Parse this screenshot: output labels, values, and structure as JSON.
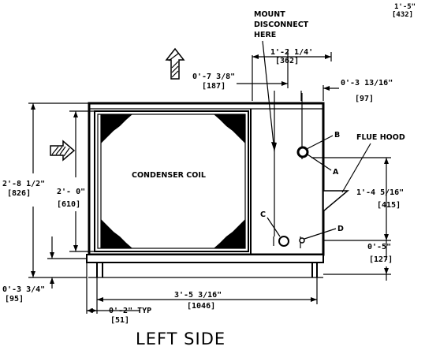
{
  "labels": {
    "mount_line1": "MOUNT",
    "mount_line2": "DISCONNECT",
    "mount_line3": "HERE",
    "condenser": "CONDENSER COIL",
    "flue_hood": "FLUE HOOD",
    "b": "B",
    "a": "A",
    "c": "C",
    "d": "D",
    "title": "LEFT SIDE"
  },
  "dims": {
    "corner_ft": "1'-5\"",
    "corner_mm": "[432]",
    "top_width_ft": "1'-2 1/4'",
    "top_width_mm": "[362]",
    "left_offset_ft": "0'-7 3/8\"",
    "left_offset_mm": "[187]",
    "right_offset_ft": "0'-3 13/16\"",
    "right_offset_mm": "[97]",
    "overall_height_ft": "2'-8 1/2\"",
    "overall_height_mm": "[826]",
    "inner_height_ft": "2'- 0\"",
    "inner_height_mm": "[610]",
    "flue_height_ft": "1'-4 5/16\"",
    "flue_height_mm": "[415]",
    "bottom_right_ft": "0'-5\"",
    "bottom_right_mm": "[127]",
    "base_height_ft": "0'-3 3/4\"",
    "base_height_mm": "[95]",
    "base_width_ft": "3'-5 3/16\"",
    "base_width_mm": "[1046]",
    "rail_typ_ft": "0'-2\" TYP",
    "rail_typ_mm": "[51]"
  }
}
